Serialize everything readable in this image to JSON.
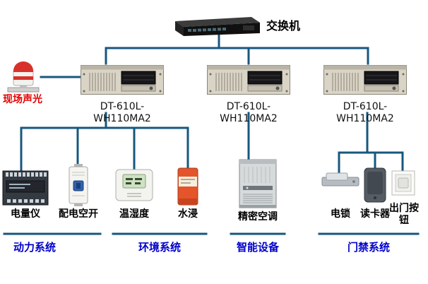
{
  "switch": {
    "label": "交换机"
  },
  "siren": {
    "label": "现场声光"
  },
  "servers": [
    {
      "label": "DT-610L-WH110MA2"
    },
    {
      "label": "DT-610L-WH110MA2"
    },
    {
      "label": "DT-610L-WH110MA2"
    }
  ],
  "devices": {
    "power_meter": {
      "label": "电量仪"
    },
    "breaker": {
      "label": "配电空开"
    },
    "temp_humidity": {
      "label": "温湿度"
    },
    "water_leak": {
      "label": "水浸"
    },
    "precision_ac": {
      "label": "精密空调"
    },
    "electric_lock": {
      "label": "电锁"
    },
    "card_reader": {
      "label": "读卡器"
    },
    "exit_button": {
      "label": "出门按钮"
    }
  },
  "groups": [
    {
      "label": "动力系统"
    },
    {
      "label": "环境系统"
    },
    {
      "label": "智能设备"
    },
    {
      "label": "门禁系统"
    }
  ],
  "colors": {
    "connector": "#17577e",
    "group_label": "#0000cc",
    "siren_label": "#e60000",
    "device_label": "#000000",
    "background": "#ffffff"
  }
}
